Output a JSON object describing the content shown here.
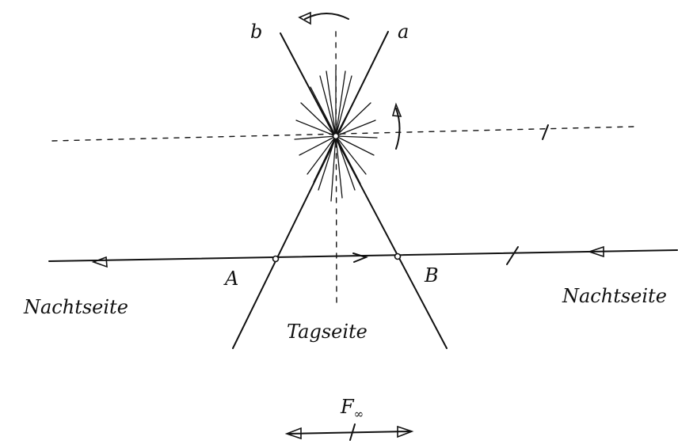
{
  "labels": {
    "b": "b",
    "a": "a",
    "A": "A",
    "B": "B",
    "night_left": "Nachtseite",
    "night_right": "Nachtseite",
    "day": "Tagseite",
    "force_main": "F",
    "force_sub": "∞"
  },
  "colors": {
    "ink": "#111111"
  }
}
